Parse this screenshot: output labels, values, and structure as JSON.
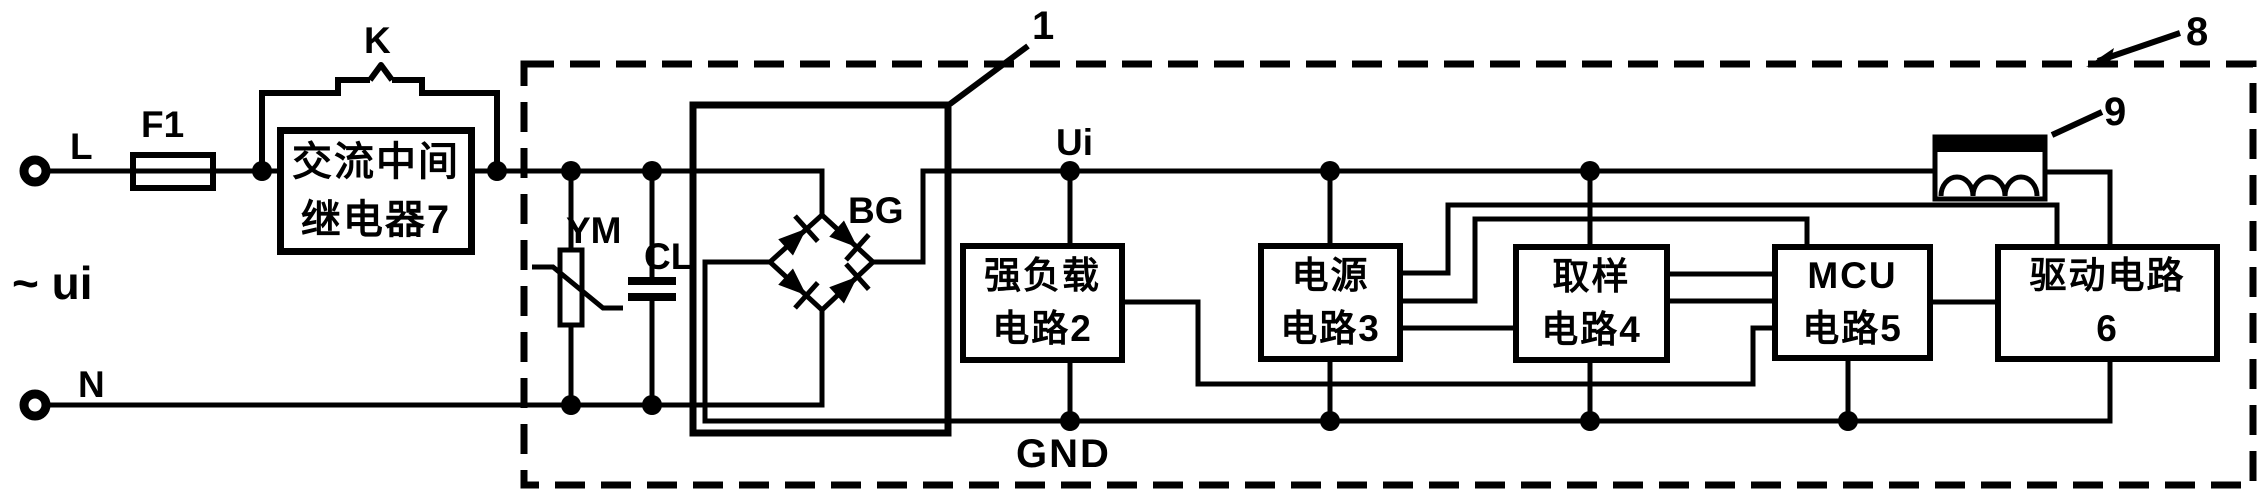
{
  "labels": {
    "live_terminal": "L",
    "neutral_terminal": "N",
    "ac_source": "~ ui",
    "fuse": "F1",
    "relay_contact": "K",
    "varistor": "YM",
    "capacitor": "CL",
    "bridge": "BG",
    "rectifier_box_ref": "1",
    "ui_rail": "Ui",
    "gnd_rail": "GND",
    "enclosure_ref": "8",
    "inductor_ref": "9"
  },
  "blocks": {
    "relay": {
      "line1": "交流中间",
      "line2": "继电器7"
    },
    "heavy_load": {
      "line1": "强负载",
      "line2": "电路2"
    },
    "power_supply": {
      "line1": "电源",
      "line2": "电路3"
    },
    "sampling": {
      "line1": "取样",
      "line2": "电路4"
    },
    "mcu": {
      "line1": "MCU",
      "line2": "电路5"
    },
    "driver": {
      "line1": "驱动电路",
      "line2": "6"
    }
  },
  "colors": {
    "ink": "#000000",
    "background": "#ffffff"
  }
}
